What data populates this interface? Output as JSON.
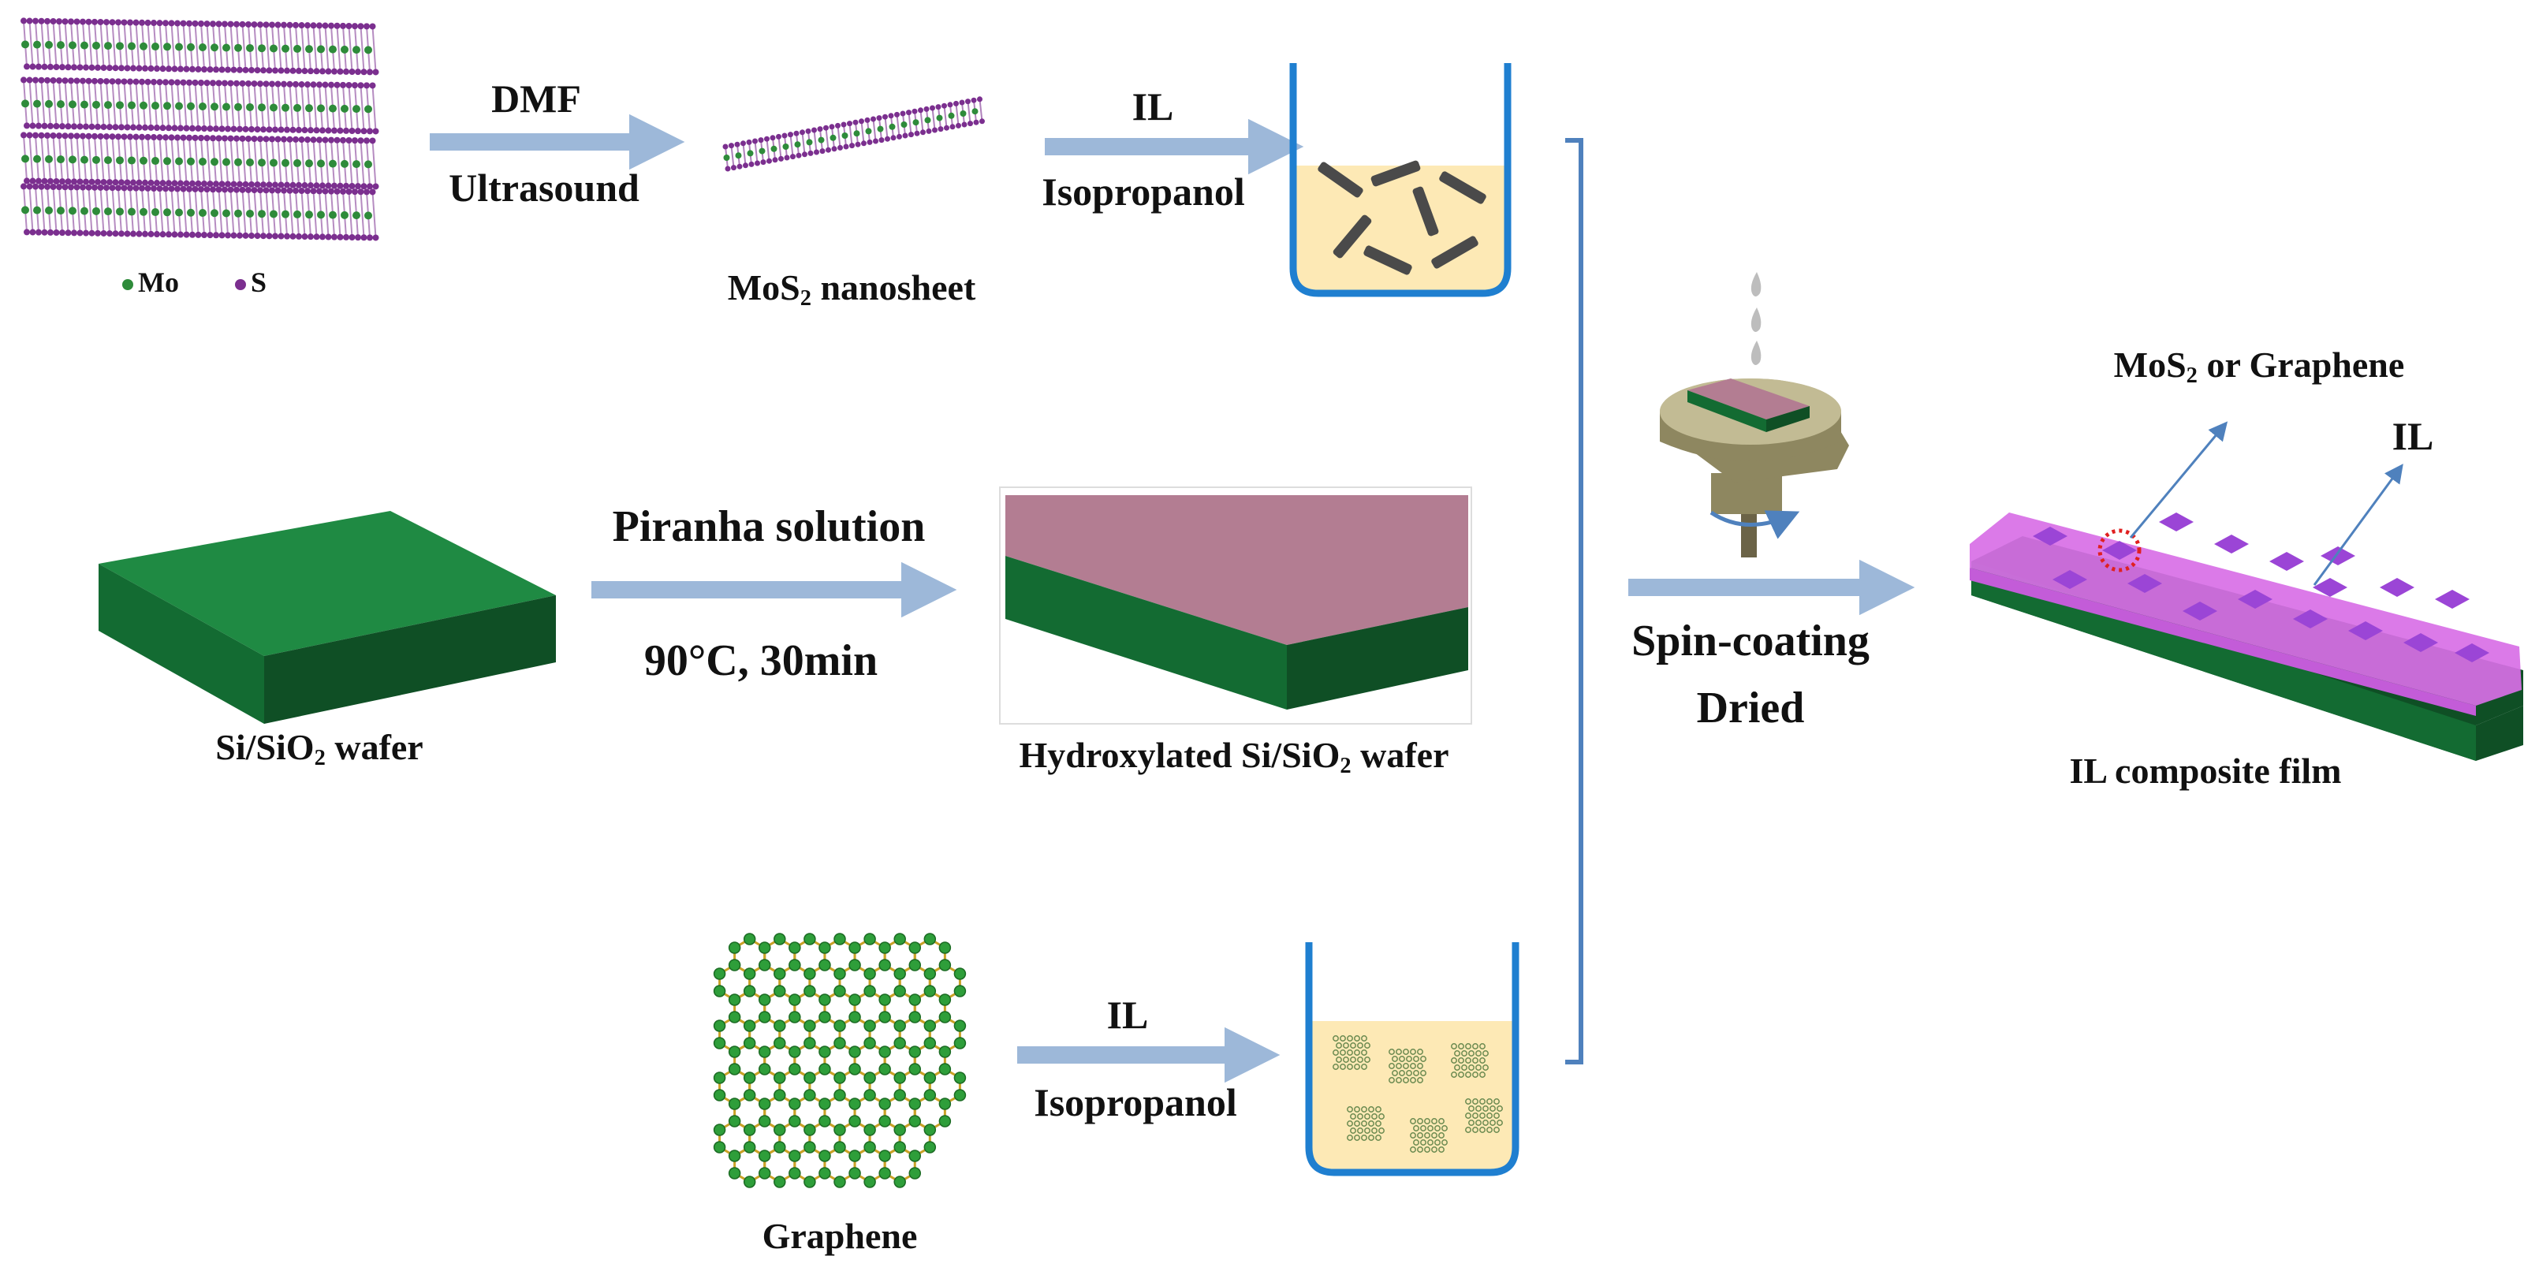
{
  "labels": {
    "mo_legend": "Mo",
    "s_legend": "S",
    "dmf": "DMF",
    "ultrasound": "Ultrasound",
    "mos2_pre": "MoS",
    "mos2_sub": "2",
    "mos2_post": " nanosheet",
    "il_top": "IL",
    "isopropanol_top": "Isopropanol",
    "piranha": "Piranha solution",
    "temp_time": "90°C, 30min",
    "wafer_pre": "Si/SiO",
    "wafer_sub": "2",
    "wafer_post": " wafer",
    "hyd_pre": "Hydroxylated Si/SiO",
    "hyd_sub": "2",
    "hyd_post": " wafer",
    "il_bottom": "IL",
    "isopropanol_bottom": "Isopropanol",
    "graphene": "Graphene",
    "spin_coating": "Spin-coating",
    "dried": "Dried",
    "mos2_or_pre": "MoS",
    "mos2_or_sub": "2",
    "mos2_or_post": " or Graphene",
    "il_right": "IL",
    "composite": "IL composite film"
  },
  "colors": {
    "arrow": "#9db8d9",
    "bracket": "#4f81bd",
    "wafer_top": "#1f8a43",
    "wafer_front": "#136b32",
    "wafer_side": "#0f4f25",
    "hydroxyl_top": "#b37d92",
    "solution": "#fde9b5",
    "beaker": "#1f7fd0",
    "film": "#d86fe6",
    "film_flakes": "#9b45d6",
    "molybdenum": "#2e8b3a",
    "sulfur": "#7b2f8f"
  }
}
